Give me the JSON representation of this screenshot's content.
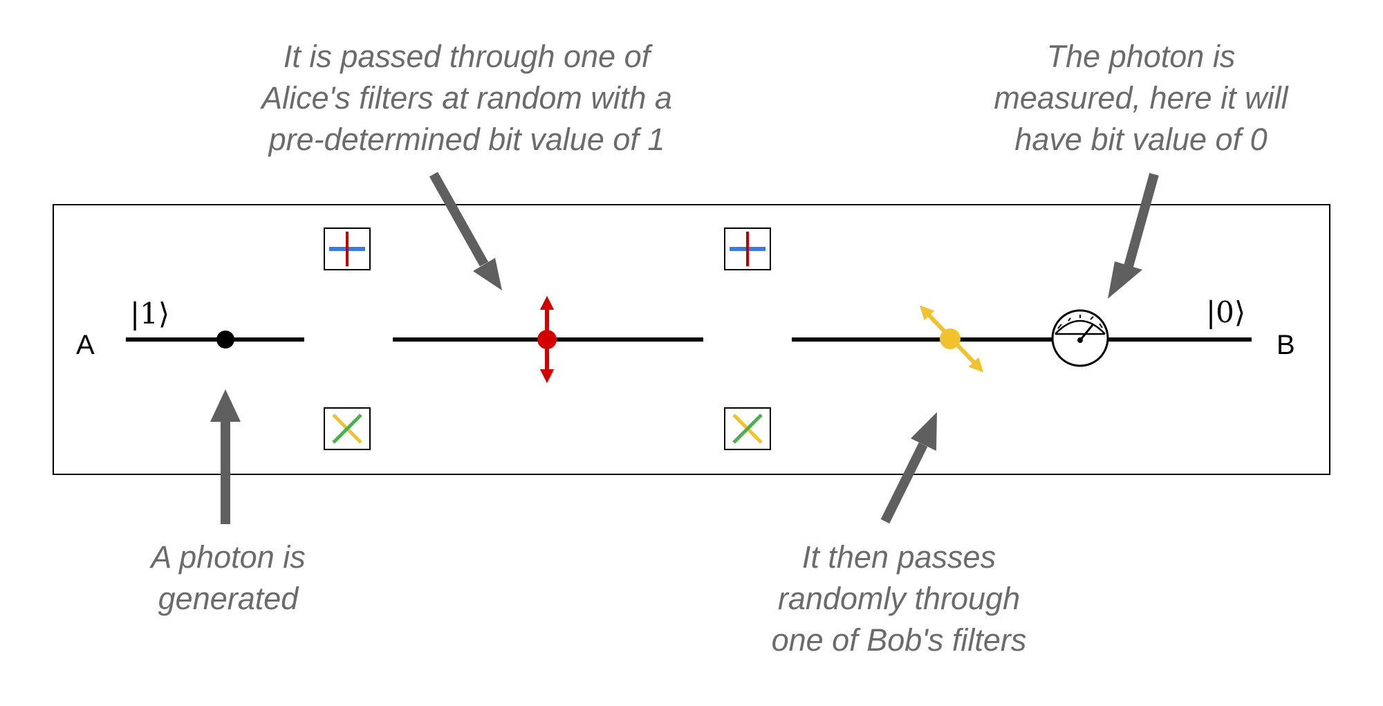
{
  "captions": {
    "top_left": [
      "It is passed through one of",
      "Alice's filters at random with a",
      "pre-determined bit value of 1"
    ],
    "top_right": [
      "The photon is",
      "measured, here it will",
      "have bit value of 0"
    ],
    "bottom_left": [
      "A photon is",
      "generated"
    ],
    "bottom_right": [
      "It then passes",
      "randomly through",
      "one of Bob's filters"
    ]
  },
  "endpoints": {
    "start": "A",
    "end": "B"
  },
  "states": {
    "initial": "|1⟩",
    "final": "|0⟩"
  },
  "colors": {
    "caption": "#6b6b6b",
    "arrow": "#5f5f5f",
    "photon_initial": "#000000",
    "photon_alice": "#d40000",
    "photon_bob": "#f2c12e",
    "filter_vertical": "#c00000",
    "filter_horizontal": "#3a7bd5",
    "filter_diag_a": "#f2c12e",
    "filter_diag_b": "#4caf50"
  },
  "filters": {
    "alice": [
      "rectilinear-filter",
      "diagonal-filter"
    ],
    "bob": [
      "rectilinear-filter",
      "diagonal-filter"
    ]
  },
  "icons": [
    "measurement-meter-icon",
    "photon-dot-icon",
    "polarization-arrow-icon"
  ]
}
